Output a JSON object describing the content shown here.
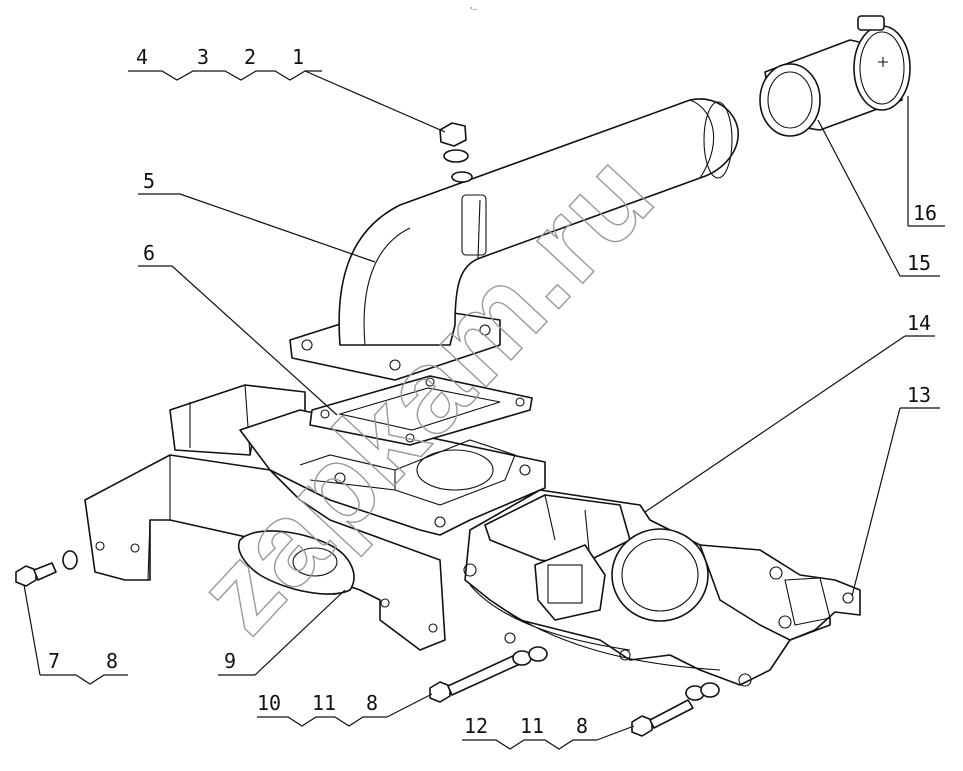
{
  "tiny_mark": "°—",
  "watermark": "zapkam.ru",
  "callouts": [
    {
      "id": "g-4-3-2-1",
      "numbers": [
        "4",
        "3",
        "2",
        "1"
      ]
    },
    {
      "id": "5",
      "numbers": [
        "5"
      ]
    },
    {
      "id": "6",
      "numbers": [
        "6"
      ]
    },
    {
      "id": "7-8",
      "numbers": [
        "7",
        "8"
      ]
    },
    {
      "id": "9",
      "numbers": [
        "9"
      ]
    },
    {
      "id": "10-11-8",
      "numbers": [
        "10",
        "11",
        "8"
      ]
    },
    {
      "id": "12-11-8",
      "numbers": [
        "12",
        "11",
        "8"
      ]
    },
    {
      "id": "13",
      "numbers": [
        "13"
      ]
    },
    {
      "id": "14",
      "numbers": [
        "14"
      ]
    },
    {
      "id": "15",
      "numbers": [
        "15"
      ]
    },
    {
      "id": "16",
      "numbers": [
        "16"
      ]
    }
  ]
}
